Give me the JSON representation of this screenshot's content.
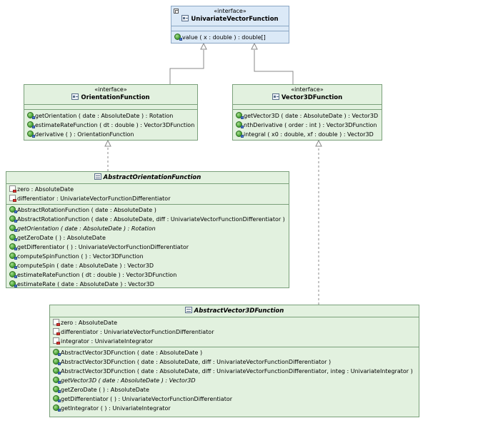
{
  "colors": {
    "class_fill": "#e2f1df",
    "interface_fill_top": "#dbe9f7",
    "border": "#7aa07a",
    "edge": "#888888"
  },
  "univariate": {
    "stereotype": "«interface»",
    "name": "UnivariateVectorFunction",
    "ops": [
      "value ( x : double ) : double[]"
    ]
  },
  "orientation": {
    "stereotype": "«interface»",
    "name": "OrientationFunction",
    "ops": [
      "getOrientation ( date : AbsoluteDate ) : Rotation",
      "estimateRateFunction ( dt : double ) : Vector3DFunction",
      "derivative ( ) : OrientationFunction"
    ]
  },
  "vector3d": {
    "stereotype": "«interface»",
    "name": "Vector3DFunction",
    "ops": [
      "getVector3D ( date : AbsoluteDate ) : Vector3D",
      "nthDerivative ( order : int ) : Vector3DFunction",
      "integral ( x0 : double, xf : double ) : Vector3D"
    ]
  },
  "abstract_orientation": {
    "name": "AbstractOrientationFunction",
    "fields": [
      "zero : AbsoluteDate",
      "differentiator : UnivariateVectorFunctionDifferentiator"
    ],
    "ops": [
      "AbstractRotationFunction ( date : AbsoluteDate )",
      "AbstractRotationFunction ( date : AbsoluteDate, diff : UnivariateVectorFunctionDifferentiator )",
      "getOrientation ( date : AbsoluteDate ) : Rotation",
      "getZeroDate ( ) : AbsoluteDate",
      "getDifferentiator ( ) : UnivariateVectorFunctionDifferentiator",
      "computeSpinFunction ( ) : Vector3DFunction",
      "computeSpin ( date : AbsoluteDate ) : Vector3D",
      "estimateRateFunction ( dt : double ) : Vector3DFunction",
      "estimateRate ( date : AbsoluteDate ) : Vector3D"
    ]
  },
  "abstract_vector": {
    "name": "AbstractVector3DFunction",
    "fields": [
      "zero : AbsoluteDate",
      "differentiator : UnivariateVectorFunctionDifferentiator",
      "integrator : UnivariateIntegrator"
    ],
    "ops": [
      "AbstractVector3DFunction ( date : AbsoluteDate )",
      "AbstractVector3DFunction ( date : AbsoluteDate, diff : UnivariateVectorFunctionDifferentiator )",
      "AbstractVector3DFunction ( date : AbsoluteDate, diff : UnivariateVectorFunctionDifferentiator, integ : UnivariateIntegrator )",
      "getVector3D ( date : AbsoluteDate ) : Vector3D",
      "getZeroDate ( ) : AbsoluteDate",
      "getDifferentiator ( ) : UnivariateVectorFunctionDifferentiator",
      "getIntegrator ( ) : UnivariateIntegrator"
    ]
  }
}
